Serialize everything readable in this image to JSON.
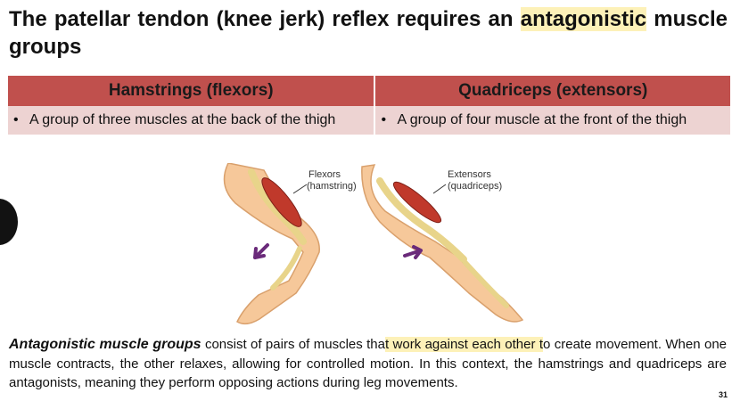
{
  "title": {
    "before": "The patellar tendon (knee jerk) reflex requires an ",
    "highlight": "antagonistic",
    "after": " muscle groups"
  },
  "table": {
    "headers": [
      "Hamstrings (flexors)",
      "Quadriceps (extensors)"
    ],
    "rows": [
      [
        "A group of three muscles at the back of the thigh",
        "A group of four muscle at the front of the thigh"
      ]
    ]
  },
  "figure": {
    "left_label_line1": "Flexors",
    "left_label_line2": "(hamstring)",
    "right_label_line1": "Extensors",
    "right_label_line2": "(quadriceps)"
  },
  "paragraph": {
    "lead": "Antagonistic muscle groups",
    "part1": " consist of pairs of muscles tha",
    "highlight": "t work against each other t",
    "part2": "o create movement. When one muscle contracts, the other relaxes, allowing for controlled motion. In this context, the hamstrings and quadriceps are antagonists, meaning they perform opposing actions during leg movements."
  },
  "page_number": "31",
  "colors": {
    "header_bg": "#c0504d",
    "row_bg": "#edd3d2",
    "highlight": "#fdf1b8",
    "muscle": "#c0392b",
    "arrow": "#6a2a7a"
  }
}
